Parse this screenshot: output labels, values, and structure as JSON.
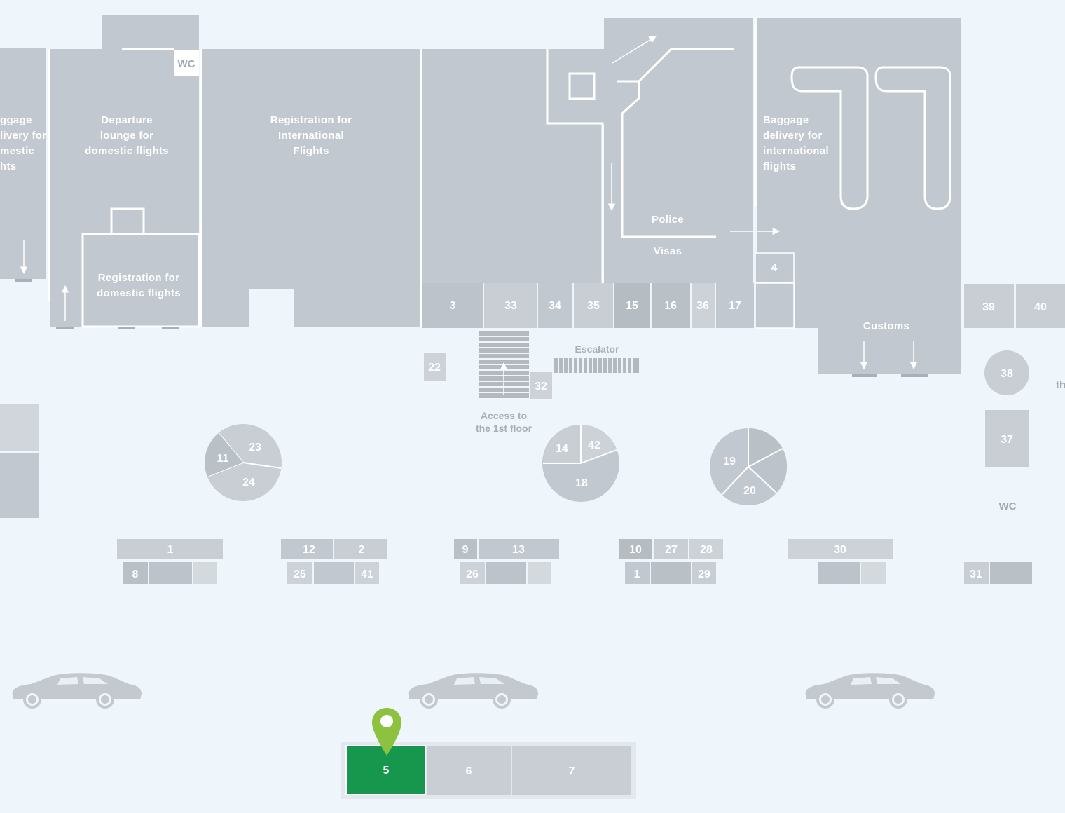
{
  "zones": {
    "baggage_domestic": [
      "ggage",
      "livery for",
      "mestic",
      "hts"
    ],
    "departure_lounge": [
      "Departure",
      "lounge for",
      "domestic flights"
    ],
    "registration_international": [
      "Registration for",
      "International",
      "Flights"
    ],
    "registration_domestic": [
      "Registration for",
      "domestic flights"
    ],
    "baggage_international": [
      "Baggage",
      "delivery for",
      "international",
      "flights"
    ],
    "police": "Police",
    "visas": "Visas",
    "customs": "Customs",
    "escalator": "Escalator",
    "access_1st_floor": [
      "Access to",
      "the 1st floor"
    ],
    "wc_top": "WC",
    "wc_right": "WC",
    "edge_text": "th"
  },
  "counters": {
    "n3": "3",
    "n33": "33",
    "n34": "34",
    "n35": "35",
    "n15": "15",
    "n16": "16",
    "n36": "36",
    "n17": "17",
    "n4": "4",
    "n39": "39",
    "n40": "40",
    "n22": "22",
    "n32": "32",
    "n38": "38",
    "n37": "37"
  },
  "kiosks": {
    "k11": "11",
    "k23": "23",
    "k24": "24",
    "k14": "14",
    "k42": "42",
    "k18": "18",
    "k19": "19",
    "k20": "20"
  },
  "desks": {
    "d1": "1",
    "d8": "8",
    "d12": "12",
    "d2": "2",
    "d25": "25",
    "d41": "41",
    "d9": "9",
    "d13": "13",
    "d26": "26",
    "d10": "10",
    "d27": "27",
    "d28": "28",
    "d1b": "1",
    "d29": "29",
    "d30": "30",
    "d31": "31"
  },
  "parking": {
    "selected": "5",
    "p6": "6",
    "p7": "7"
  },
  "colors": {
    "background": "#eef6fc",
    "building": "#c1c8cf",
    "building_dark": "#b3b9bf",
    "selected": "#17964d",
    "marker": "#8cc23f"
  },
  "icons": {
    "location_marker": "map-pin-icon",
    "car": "car-icon"
  }
}
